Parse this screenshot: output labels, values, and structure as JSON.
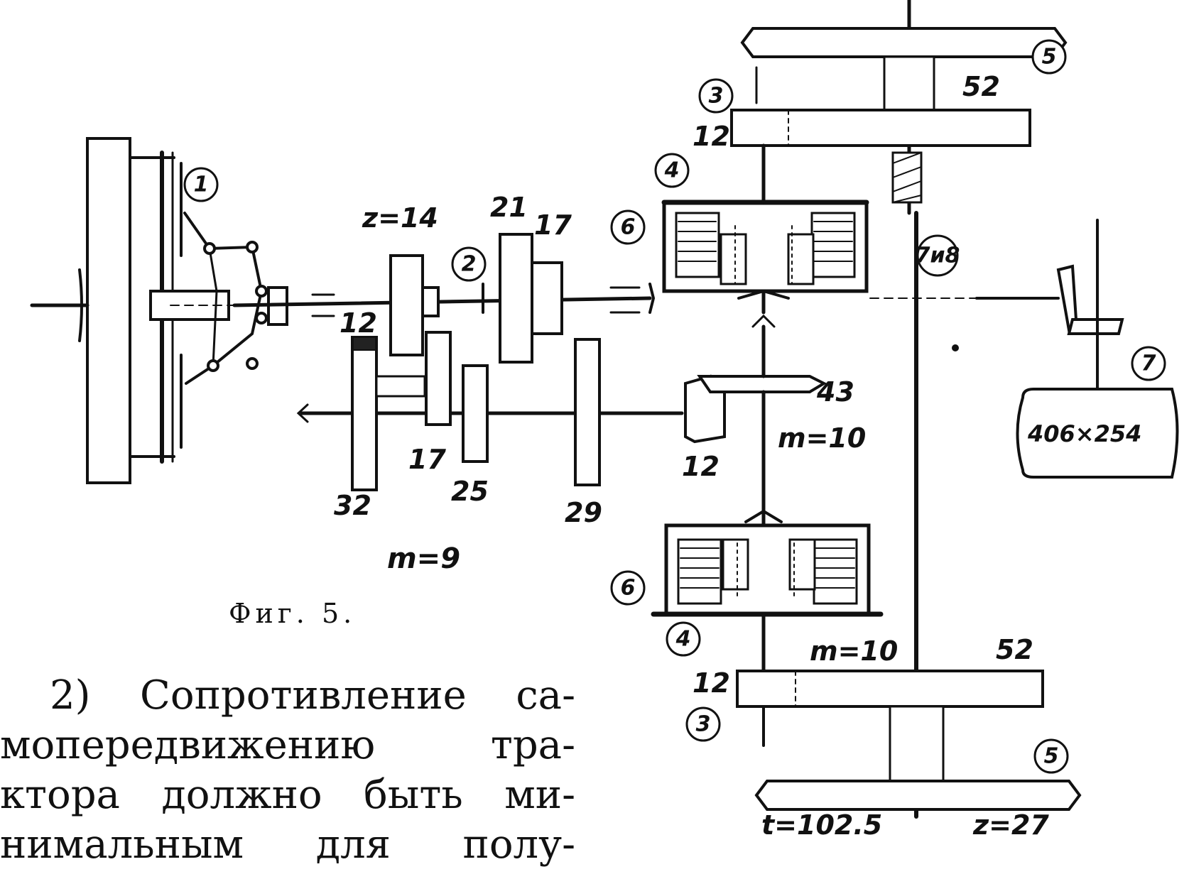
{
  "figure": {
    "caption": "Фиг. 5.",
    "callouts": [
      "1",
      "2",
      "3",
      "4",
      "5",
      "6",
      "7",
      "7и8"
    ],
    "labels": {
      "z14": "z=14",
      "g21": "21",
      "g17_top": "17",
      "g12_shaft": "12",
      "g32": "32",
      "g17_low": "17",
      "g25": "25",
      "g29": "29",
      "m9": "m=9",
      "g43": "43",
      "bevel12": "12",
      "m10_mid": "m=10",
      "g52_top": "52",
      "g12_top": "12",
      "m10_low": "m=10",
      "g52_low": "52",
      "g12_low": "12",
      "t": "t=102.5",
      "z27": "z=27",
      "pulley": "406×254"
    }
  },
  "text": {
    "lines": [
      "2) Сопротивление са-",
      "мопередвижению тра-",
      "ктора должно быть ми-",
      "нимальным для полу-"
    ]
  }
}
